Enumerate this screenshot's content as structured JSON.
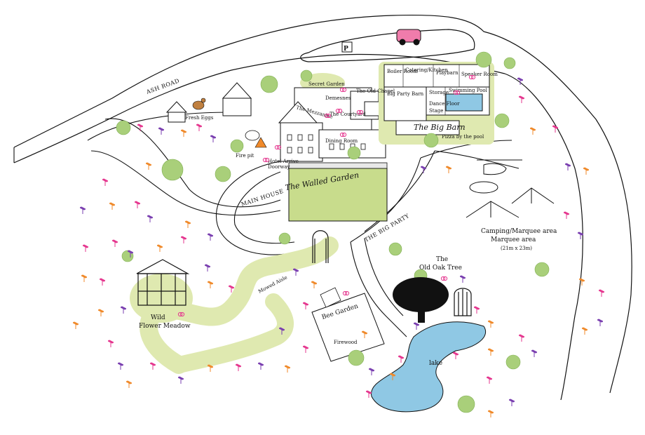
{
  "map": {
    "parking": "P",
    "roads": {
      "ash_road": "ASH ROAD",
      "main_house": "MAIN HOUSE",
      "big_party": "THE BIG PARTY"
    },
    "farm": {
      "fresh_eggs": "Fresh Eggs"
    },
    "main_house": {
      "secret_garden": "Secret Garden",
      "old_chapel": "The Old Chapel",
      "the_mezzanine": "The Mezzanine",
      "demesnes": "Demesnes",
      "the_courtyard": "The Courtyard",
      "dining_room": "Dining Room",
      "fire_pit": "Fire pit",
      "hotel_arrive": "Hotel Arrive",
      "doorway": "Doorway"
    },
    "walled_garden": {
      "title": "The Walled Garden"
    },
    "big_barn": {
      "title": "The Big Barn",
      "rooms": {
        "boiler_room": "Boiler Room",
        "catering_kitchen": "Catering/Kitchen",
        "playbarn": "Playbarn",
        "speaker_room": "Speaker Room",
        "big_party_barn": "Big Party Barn",
        "storage": "Storage",
        "dance_floor": "Dance Floor",
        "stage": "Stage",
        "swimming_pool": "Swimming Pool"
      },
      "note": "Pizza by the pool"
    },
    "camping": {
      "line1": "Camping/Marquee area",
      "line2": "Marquee area",
      "size": "(21m x 23m)"
    },
    "oak_tree": {
      "line1": "The",
      "line2": "Old Oak Tree"
    },
    "lake": "lake",
    "bee_garden": {
      "title": "Bee Garden",
      "firewood": "Firewood"
    },
    "aisle": "Mowed Aisle",
    "meadow": {
      "line1": "Wild",
      "line2": "Flower Meadow"
    },
    "colors": {
      "path_green": "#dfe9b0",
      "lawn_green": "#c8dc8c",
      "lake_blue": "#8fc8e4",
      "tree_green": "#a9cf7a",
      "flower_pink": "#e5378f",
      "flower_purple": "#7a3fb0",
      "flower_orange": "#f08a2b",
      "pink_icon": "#f07cab"
    },
    "icons": [
      "car-icon",
      "hen-icon",
      "chicken-coop-icon",
      "helicopter-icon",
      "gazebo-icon",
      "wooden-arch-icon",
      "beehive-icon",
      "wheelbarrow-icon",
      "birdcage-icon",
      "ring-icon",
      "tent-icon"
    ]
  }
}
